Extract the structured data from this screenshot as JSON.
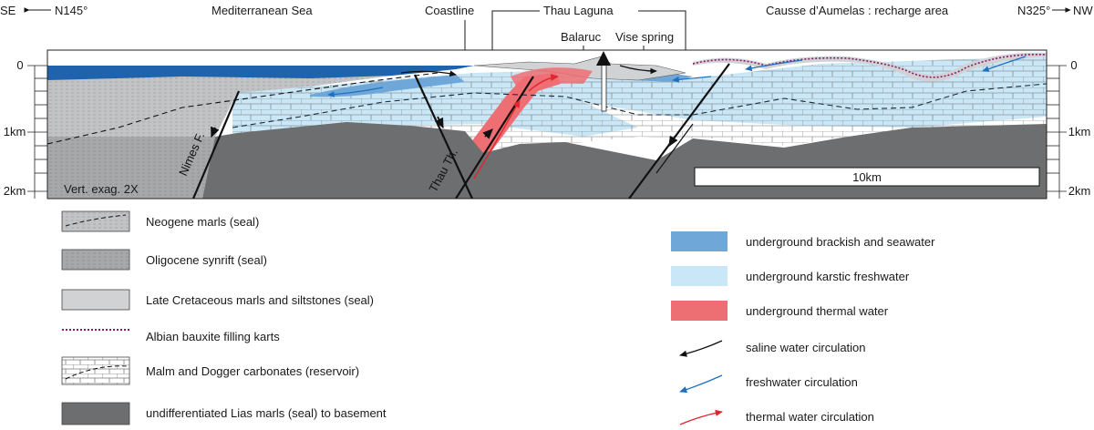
{
  "header": {
    "left_dir": "SE",
    "left_azimuth": "N145°",
    "mediterranean": "Mediterranean Sea",
    "coastline": "Coastline",
    "thau_laguna": "Thau Laguna",
    "balaruc": "Balaruc",
    "vise_spring": "Vise spring",
    "causse": "Causse d’Aumelas : recharge area",
    "right_azimuth": "N325°",
    "right_dir": "NW"
  },
  "axis": {
    "left": [
      "0",
      "1km",
      "2km"
    ],
    "right": [
      "0",
      "1km",
      "2km"
    ]
  },
  "section": {
    "vert_exag": "Vert. exag. 2X",
    "nimes_fault": "Nimes F.",
    "thau_thrust": "Thau Th.",
    "scale_bar": "10km"
  },
  "legend_left": [
    {
      "icon": "neogene-marls-swatch",
      "label": "Neogene marls (seal)"
    },
    {
      "icon": "oligocene-synrift-swatch",
      "label": "Oligocene synrift (seal)"
    },
    {
      "icon": "late-cretaceous-swatch",
      "label": "Late Cretaceous  marls and siltstones (seal)"
    },
    {
      "icon": "albian-bauxite-line",
      "label": "Albian bauxite filling karts"
    },
    {
      "icon": "malm-dogger-swatch",
      "label": "Malm and Dogger carbonates (reservoir)"
    },
    {
      "icon": "lias-basement-swatch",
      "label": "undifferentiated  Lias  marls (seal) to basement"
    }
  ],
  "legend_right": [
    {
      "icon": "brackish-water-swatch",
      "label": "underground brackish and seawater"
    },
    {
      "icon": "karstic-freshwater-swatch",
      "label": "underground karstic freshwater"
    },
    {
      "icon": "thermal-water-swatch",
      "label": "underground thermal water"
    },
    {
      "icon": "saline-circulation-arrow",
      "label": "saline water circulation"
    },
    {
      "icon": "freshwater-circulation-arrow",
      "label": "freshwater circulation"
    },
    {
      "icon": "thermal-circulation-arrow",
      "label": "thermal water circulation"
    }
  ],
  "colors": {
    "sea": "#1f63ad",
    "brackish": "#6ea7d8",
    "freshwater": "#c9e7f7",
    "thermal": "#ee6f73",
    "basement": "#6d6e70",
    "cretaceous": "#d1d2d3",
    "bauxite": "#8b1a6b",
    "fresh_arrow": "#1f6fc0",
    "thermal_arrow": "#e0262e"
  }
}
